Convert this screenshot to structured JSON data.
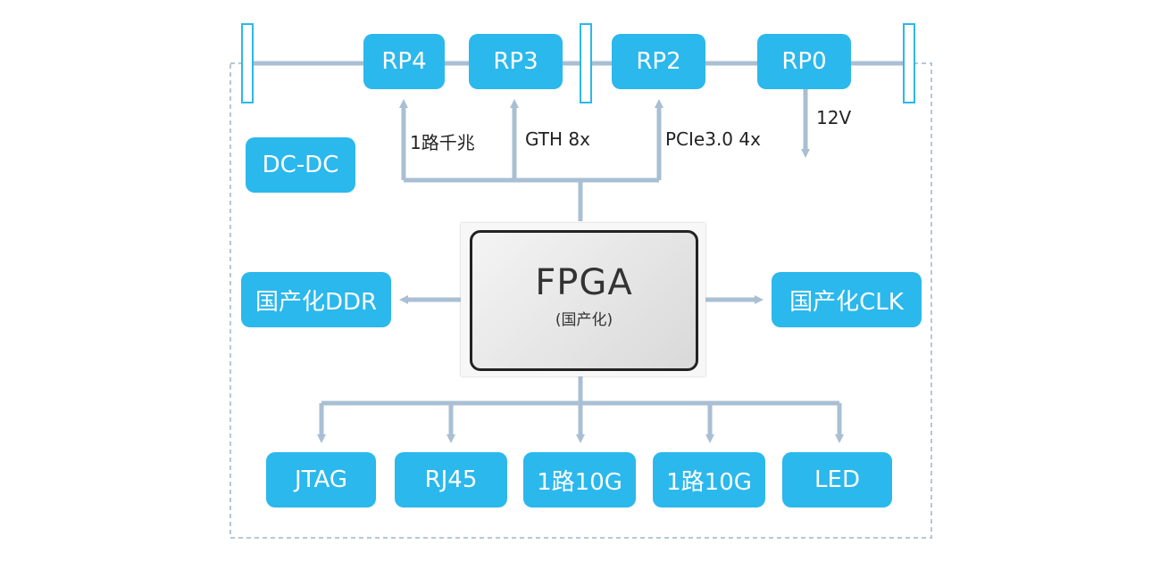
{
  "colors": {
    "box": "#2bb8ec",
    "wire": "#a9bfd3",
    "border": "#b5c8d8"
  },
  "rp_boxes": {
    "rp4": "RP4",
    "rp3": "RP3",
    "rp2": "RP2",
    "rp0": "RP0"
  },
  "link_labels": {
    "gigabit": "1路千兆",
    "gth": "GTH 8x",
    "pcie": "PCIe3.0 4x",
    "power": "12V"
  },
  "dcdc": "DC-DC",
  "fpga": {
    "title": "FPGA",
    "subtitle": "(国产化)"
  },
  "side_boxes": {
    "ddr": "国产化DDR",
    "clk": "国产化CLK"
  },
  "bottom_boxes": {
    "jtag": "JTAG",
    "rj45": "RJ45",
    "g10_a": "1路10G",
    "g10_b": "1路10G",
    "led": "LED"
  }
}
